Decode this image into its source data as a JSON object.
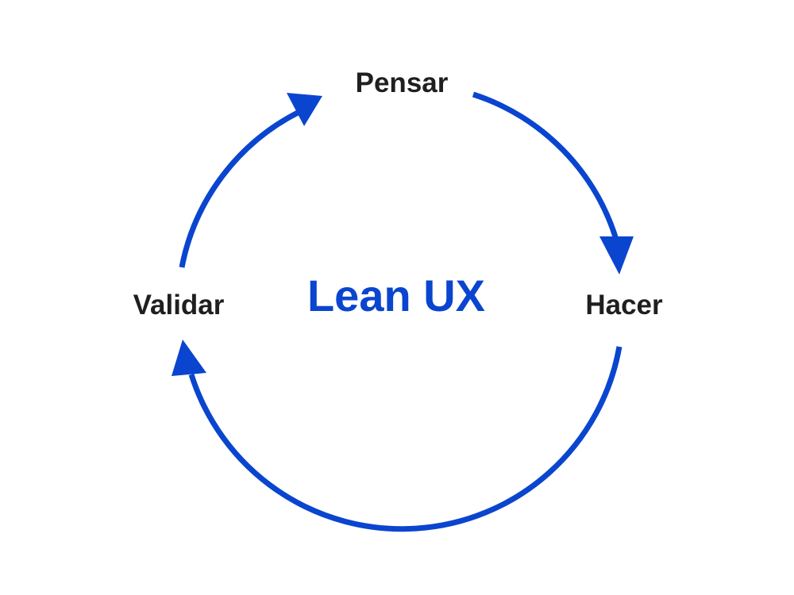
{
  "diagram": {
    "center_title": "Lean UX",
    "stages": {
      "top": "Pensar",
      "right": "Hacer",
      "left": "Validar"
    }
  },
  "colors": {
    "accent": "#0a45cf",
    "label_text": "#1f1f1f",
    "background": "#ffffff"
  },
  "icons": {
    "arrow_top_right": "arrow-head-down-icon",
    "arrow_bottom": "arrow-head-up-icon",
    "arrow_left_top": "arrow-head-right-icon"
  }
}
